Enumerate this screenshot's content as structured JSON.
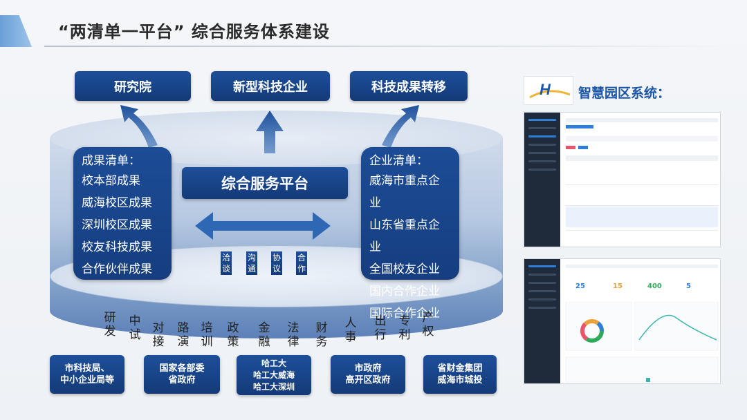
{
  "title": "“两清单一平台”  综合服务体系建设",
  "top_boxes": [
    "研究院",
    "新型科技企业",
    "科技成果转移"
  ],
  "left_list": {
    "header": "成果清单：",
    "items": [
      "校本部成果",
      "威海校区成果",
      "深圳校区成果",
      "校友科技成果",
      "合作伙伴成果"
    ]
  },
  "right_list": {
    "header": "企业清单：",
    "items": [
      "威海市重点企业",
      "山东省重点企业",
      "全国校友企业",
      "国内合作企业",
      "国际合作企业"
    ]
  },
  "platform": "综合服务平台",
  "exchange": [
    "洽谈",
    "沟通",
    "协议",
    "合作"
  ],
  "services": [
    "研发",
    "中试",
    "对接",
    "路演",
    "培训",
    "政策",
    "金融",
    "法律",
    "财务",
    "人事",
    "出行",
    "专利",
    "产权"
  ],
  "bottom_boxes": [
    [
      "市科技局、",
      "中小企业局等"
    ],
    [
      "国家各部委",
      "省政府"
    ],
    [
      "哈工大",
      "哈工大威海",
      "哈工大深圳"
    ],
    [
      "市政府",
      "高开区政府"
    ],
    [
      "省财金集团",
      "威海市城投"
    ]
  ],
  "side_title": "智慧园区系统：",
  "screenshot2_stats": [
    {
      "value": "25",
      "color": "#2f7fd8"
    },
    {
      "value": "15",
      "color": "#e8a23a"
    },
    {
      "value": "400",
      "color": "#2eaa5a"
    },
    {
      "value": "5",
      "color": "#2f7fd8"
    }
  ],
  "colors": {
    "primary": "#1d4f9a",
    "accent": "#1d57a8",
    "arrow": "#2e68b4"
  }
}
